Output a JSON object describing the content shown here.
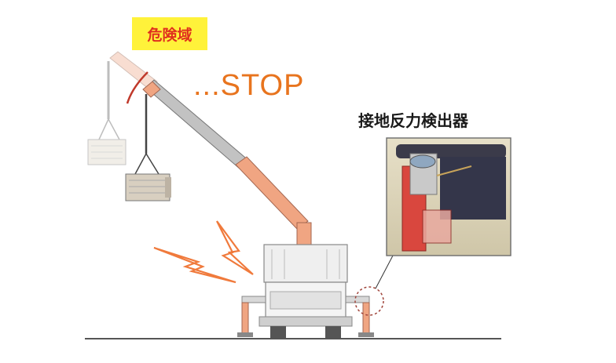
{
  "labels": {
    "danger_zone": "危険域",
    "stop": "...STOP",
    "sensor_title": "接地反力検出器"
  },
  "colors": {
    "danger_bg": "#fff23a",
    "danger_text": "#e0301e",
    "stop_text": "#e8741e",
    "boom_orange": "#f0a582",
    "boom_gray": "#b8b8b8",
    "ground": "#555555",
    "lightning": "#f07a3c",
    "sensor_red": "#d9473e"
  },
  "icons": [
    "lightning-bolt-icon",
    "danger-arc-icon",
    "detail-circle-icon"
  ]
}
